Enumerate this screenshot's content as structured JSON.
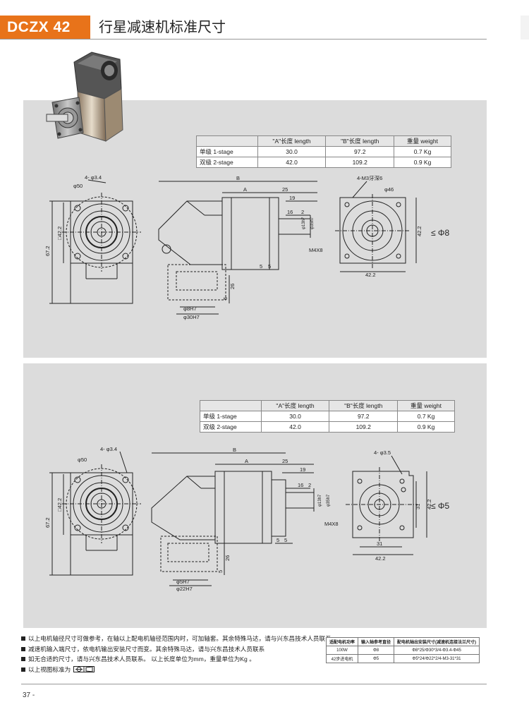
{
  "header": {
    "model": "DCZX 42",
    "title": "行星减速机标准尺寸"
  },
  "panels": [
    {
      "table": {
        "headers": [
          "",
          "\"A\"长度 length",
          "\"B\"长度 length",
          "重量 weight"
        ],
        "rows": [
          [
            "单级 1-stage",
            "30.0",
            "97.2",
            "0.7 Kg"
          ],
          [
            "双级 2-stage",
            "42.0",
            "109.2",
            "0.9 Kg"
          ]
        ]
      },
      "shaft_label": "≤ Φ8",
      "dims": {
        "flange_dia": "φ50",
        "holes": "4- φ3.4",
        "sq": "□42.2",
        "height": "67.2",
        "b": "B",
        "a": "A",
        "d25": "25",
        "d19": "19",
        "d16": "16",
        "d2": "2",
        "d5a": "5",
        "d5b": "5",
        "d26": "26",
        "d5c": "5",
        "bore1": "φ8H7",
        "bore2": "φ30H7",
        "shaft1": "φ13h7",
        "shaft2": "φ35h7",
        "thread": "M4X8",
        "front_thread": "4-M3牙深6",
        "pcd": "φ46",
        "front_sq": "42.2",
        "front_w": "42.2"
      }
    },
    {
      "table": {
        "headers": [
          "",
          "\"A\"长度 length",
          "\"B\"长度 length",
          "重量 weight"
        ],
        "rows": [
          [
            "单级 1-stage",
            "30.0",
            "97.2",
            "0.7 Kg"
          ],
          [
            "双级 2-stage",
            "42.0",
            "109.2",
            "0.9 Kg"
          ]
        ]
      },
      "shaft_label": "≤ Φ5",
      "dims": {
        "flange_dia": "φ50",
        "holes": "4- φ3.4",
        "sq": "□42.2",
        "height": "67.2",
        "b": "B",
        "a": "A",
        "d25": "25",
        "d19": "19",
        "d16": "16",
        "d2": "2",
        "d5a": "5",
        "d5b": "5",
        "d26": "26",
        "d5c": "5",
        "bore1": "φ5H7",
        "bore2": "φ22H7",
        "shaft1": "φ13h7",
        "shaft2": "φ35h7",
        "thread": "M4X8",
        "front_holes": "4- φ3.5",
        "front_d31": "31",
        "front_sq": "42.2",
        "front_w31": "31",
        "front_w": "42.2"
      }
    }
  ],
  "notes": [
    "以上电机轴径尺寸可做参考，在轴以上配电机轴径范围内时，可加轴套。其余特殊马达，请与兴东昌技术人员联系",
    "减速机输入端尺寸，依电机输出安装尺寸而变。其余特殊马达，请与兴东昌技术人员联系",
    "如无合适的尺寸，请与兴东昌技术人员联系。 以上长度单位为mm，重量单位为Kg 。",
    "以上视图标准为"
  ],
  "ref_table": {
    "headers": [
      "适配电机功率",
      "输入轴参考直径",
      "配电机轴出安装尺寸(减速机连接法兰尺寸)"
    ],
    "rows": [
      [
        "100W",
        "Φ8",
        "Φ8*25/Φ30*3/4-Φ3.4-Φ45"
      ],
      [
        "42步进电机",
        "Φ5",
        "Φ5*24/Φ22*2/4-M3-31*31"
      ]
    ]
  },
  "page_number": "37  -",
  "colors": {
    "accent": "#e8731a",
    "panel": "#dcdcdc"
  }
}
